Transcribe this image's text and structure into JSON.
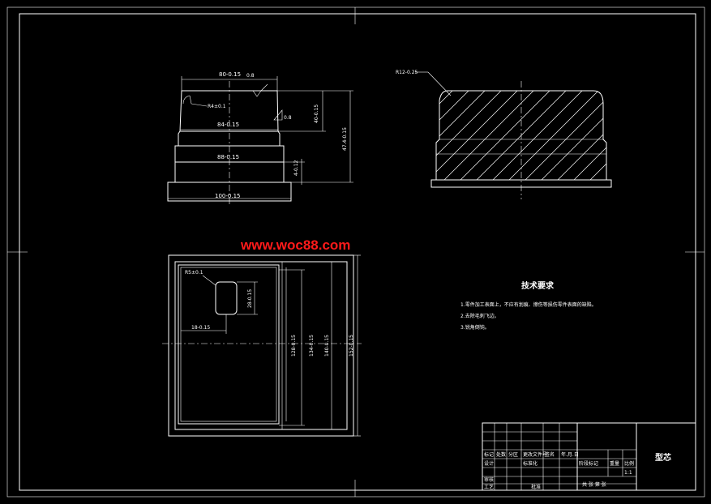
{
  "watermark": "www.woc88.com",
  "technical_requirements": {
    "heading": "技术要求",
    "items": [
      "1.零件加工表面上，不应有划痕、擦伤等损伤零件表面的缺陷。",
      "2.去除毛刺飞边。",
      "3.锐角倒钝。"
    ]
  },
  "front_view": {
    "dims": {
      "top_width": "80-0.15",
      "draft": "0.8",
      "inner_radius": "R4±0.1",
      "flat_mark": "0.8",
      "mid_width": "84-0.15",
      "lower_width": "88-0.15",
      "base_width": "100-0.15",
      "upper_height": "40-0.15",
      "total_height": "47.4-0.15",
      "step_height": "4-0.12"
    }
  },
  "section_view": {
    "radius": "R12-0.25"
  },
  "top_view": {
    "dims": {
      "radius_label": "R5±0.1",
      "slot_height": "28-0.15",
      "slot_offset": "18-0.15",
      "height_1": "128-0.15",
      "height_2": "134-0.15",
      "height_3": "140-0.15",
      "height_4": "152-0.15"
    }
  },
  "title_block": {
    "part_name": "型芯",
    "scale": "1:1",
    "row_labels": [
      "标记",
      "处数",
      "分区",
      "更改文件号",
      "签名",
      "年.月.日"
    ],
    "designer": "设计",
    "standardization": "标准化",
    "stage_mark": "阶段标记",
    "weight": "重量",
    "ratio": "比例",
    "reviewer": "审核",
    "process": "工艺",
    "approve": "批准",
    "sheets": "共 张 第 张"
  }
}
